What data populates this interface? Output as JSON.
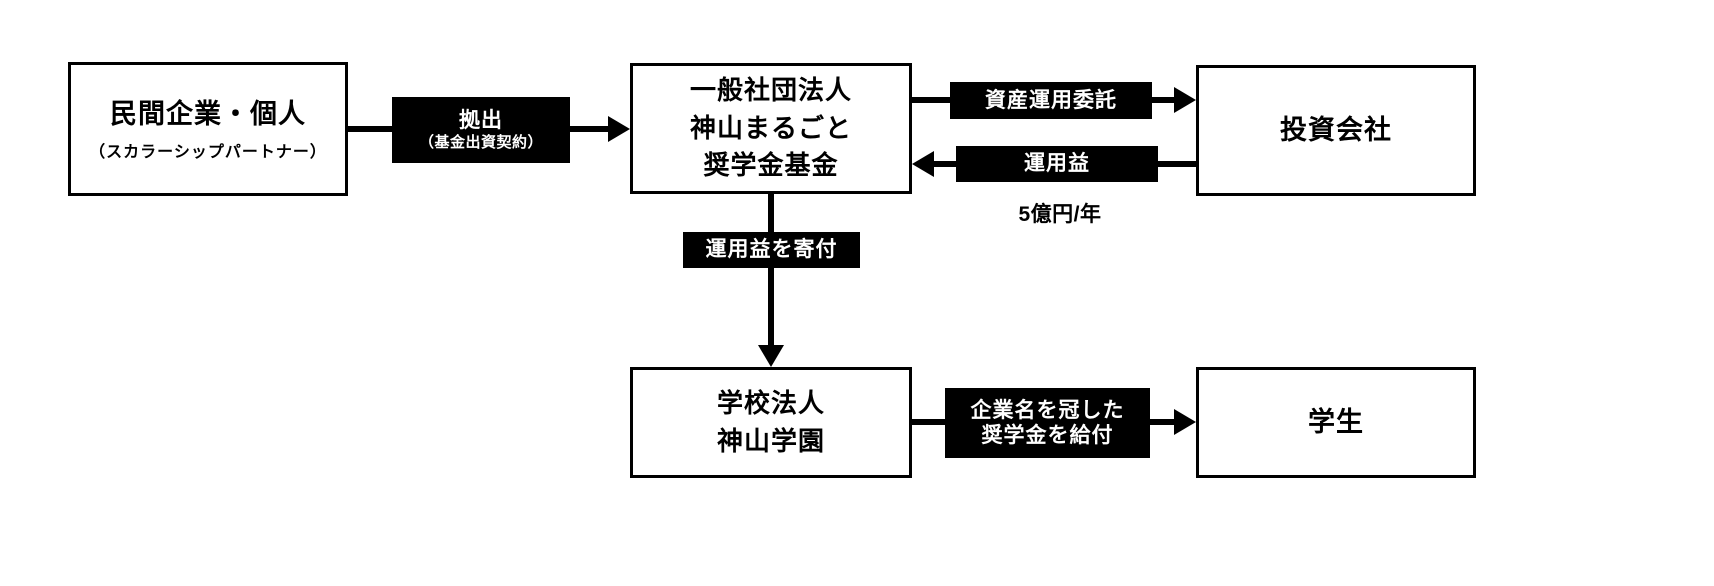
{
  "diagram": {
    "colors": {
      "box_border": "#000000",
      "label_bg": "#000000",
      "label_text": "#ffffff",
      "background": "#ffffff"
    },
    "nodes": {
      "partner": {
        "title": "民間企業・個人",
        "subtitle": "（スカラーシップパートナー）"
      },
      "fund": {
        "lines": [
          "一般社団法人",
          "神山まるごと",
          "奨学金基金"
        ]
      },
      "investment": {
        "title": "投資会社"
      },
      "school": {
        "lines": [
          "学校法人",
          "神山学園"
        ]
      },
      "student": {
        "title": "学生"
      }
    },
    "edges": {
      "contribution": {
        "lines": [
          "拠出",
          "（基金出資契約）"
        ]
      },
      "asset_management": {
        "label": "資産運用委託"
      },
      "investment_returns": {
        "label": "運用益"
      },
      "returns_amount": "5億円/年",
      "donate_returns": {
        "label": "運用益を寄付"
      },
      "scholarship_grant": {
        "lines": [
          "企業名を冠した",
          "奨学金を給付"
        ]
      }
    }
  }
}
